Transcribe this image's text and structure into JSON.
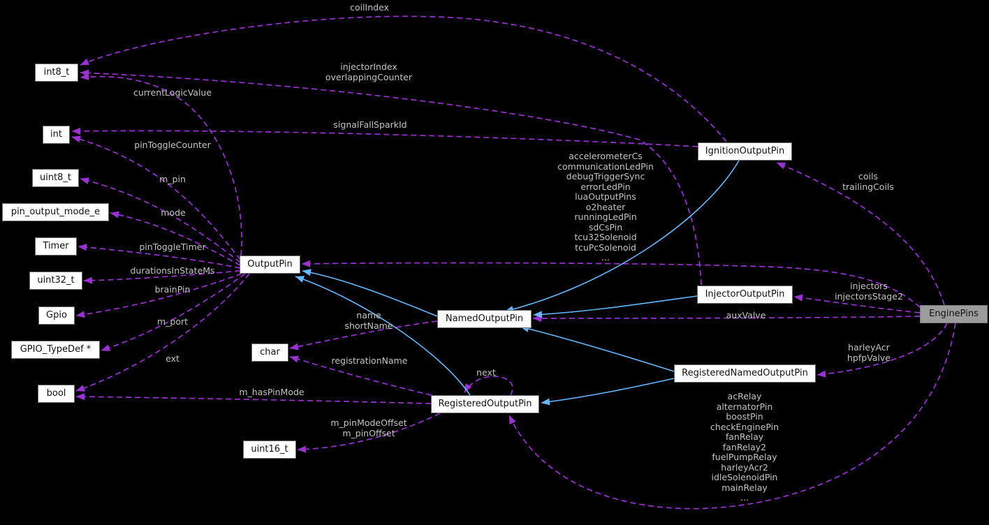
{
  "diagram": {
    "kind": "doxygen-collaboration-graph",
    "focus_class": "EnginePins",
    "background": "#000000"
  },
  "colors": {
    "usage_edge": "#9b30d5",
    "inheritance_edge": "#63b8ff",
    "edge_label": "#c4c4c4",
    "node_fill": "#ffffff",
    "node_border": "#6a6a6a",
    "highlight_node_fill": "#9c9c9c"
  },
  "nodes": {
    "int8t": {
      "label": "int8_t"
    },
    "int": {
      "label": "int"
    },
    "uint8t": {
      "label": "uint8_t"
    },
    "pin_output_mode_e": {
      "label": "pin_output_mode_e"
    },
    "timer": {
      "label": "Timer"
    },
    "uint32t": {
      "label": "uint32_t"
    },
    "gpio": {
      "label": "Gpio"
    },
    "gpio_typedef_ptr": {
      "label": "GPIO_TypeDef *"
    },
    "bool": {
      "label": "bool"
    },
    "uint16t": {
      "label": "uint16_t"
    },
    "outputpin": {
      "label": "OutputPin"
    },
    "char": {
      "label": "char"
    },
    "namedoutputpin": {
      "label": "NamedOutputPin"
    },
    "registeredoutputpin": {
      "label": "RegisteredOutputPin"
    },
    "ignitionoutputpin": {
      "label": "IgnitionOutputPin"
    },
    "injectoroutputpin": {
      "label": "InjectorOutputPin"
    },
    "registerednamedoutputpin": {
      "label": "RegisteredNamedOutputPin"
    },
    "enginepins": {
      "label": "EnginePins"
    }
  },
  "labels": {
    "coil_index": {
      "text": "coilIndex"
    },
    "injector_index": {
      "text": "injectorIndex\noverlappingCounter"
    },
    "current_logic_value": {
      "text": "currentLogicValue"
    },
    "signal_fall_spark_id": {
      "text": "signalFallSparkId"
    },
    "pin_toggle_counter": {
      "text": "pinToggleCounter"
    },
    "m_pin": {
      "text": "m_pin"
    },
    "mode": {
      "text": "mode"
    },
    "pin_toggle_timer": {
      "text": "pinToggleTimer"
    },
    "durations_in_state_ms": {
      "text": "durationsInStateMs"
    },
    "brain_pin": {
      "text": "brainPin"
    },
    "m_port": {
      "text": "m_port"
    },
    "ext": {
      "text": "ext"
    },
    "m_has_pin_mode": {
      "text": "m_hasPinMode"
    },
    "name_short_name": {
      "text": "name\nshortName"
    },
    "registration_name": {
      "text": "registrationName"
    },
    "next": {
      "text": "next"
    },
    "m_pin_offsets": {
      "text": "m_pinModeOffset\nm_pinOffset"
    },
    "coils": {
      "text": "coils\ntrailingCoils"
    },
    "output_pin_members": {
      "text": "accelerometerCs\ncommunicationLedPin\ndebugTriggerSync\nerrorLedPin\nluaOutputPins\no2heater\nrunningLedPin\nsdCsPin\ntcu32Solenoid\ntcuPcSolenoid\n..."
    },
    "injectors": {
      "text": "injectors\ninjectorsStage2"
    },
    "aux_valve": {
      "text": "auxValve"
    },
    "harley": {
      "text": "harleyAcr\nhpfpValve"
    },
    "registered_members": {
      "text": "acRelay\nalternatorPin\nboostPin\ncheckEnginePin\nfanRelay\nfanRelay2\nfuelPumpRelay\nharleyAcr2\nidleSolenoidPin\nmainRelay\n..."
    }
  },
  "relationships": [
    {
      "from": "OutputPin",
      "to": "int8_t",
      "type": "usage",
      "label": "currentLogicValue"
    },
    {
      "from": "OutputPin",
      "to": "int",
      "type": "usage",
      "label": "pinToggleCounter"
    },
    {
      "from": "OutputPin",
      "to": "uint8_t",
      "type": "usage",
      "label": "m_pin"
    },
    {
      "from": "OutputPin",
      "to": "pin_output_mode_e",
      "type": "usage",
      "label": "mode"
    },
    {
      "from": "OutputPin",
      "to": "Timer",
      "type": "usage",
      "label": "pinToggleTimer"
    },
    {
      "from": "OutputPin",
      "to": "uint32_t",
      "type": "usage",
      "label": "durationsInStateMs"
    },
    {
      "from": "OutputPin",
      "to": "Gpio",
      "type": "usage",
      "label": "brainPin"
    },
    {
      "from": "OutputPin",
      "to": "GPIO_TypeDef *",
      "type": "usage",
      "label": "m_port"
    },
    {
      "from": "OutputPin",
      "to": "bool",
      "type": "usage",
      "label": "ext"
    },
    {
      "from": "IgnitionOutputPin",
      "to": "int8_t",
      "type": "usage",
      "label": "coilIndex"
    },
    {
      "from": "IgnitionOutputPin",
      "to": "int",
      "type": "usage",
      "label": "signalFallSparkId"
    },
    {
      "from": "InjectorOutputPin",
      "to": "int8_t",
      "type": "usage",
      "label": "injectorIndex overlappingCounter"
    },
    {
      "from": "NamedOutputPin",
      "to": "char",
      "type": "usage",
      "label": "name shortName"
    },
    {
      "from": "RegisteredOutputPin",
      "to": "char",
      "type": "usage",
      "label": "registrationName"
    },
    {
      "from": "RegisteredOutputPin",
      "to": "bool",
      "type": "usage",
      "label": "m_hasPinMode"
    },
    {
      "from": "RegisteredOutputPin",
      "to": "uint16_t",
      "type": "usage",
      "label": "m_pinModeOffset m_pinOffset"
    },
    {
      "from": "RegisteredOutputPin",
      "to": "RegisteredOutputPin",
      "type": "usage",
      "label": "next"
    },
    {
      "from": "NamedOutputPin",
      "to": "OutputPin",
      "type": "inheritance"
    },
    {
      "from": "RegisteredOutputPin",
      "to": "OutputPin",
      "type": "inheritance"
    },
    {
      "from": "IgnitionOutputPin",
      "to": "NamedOutputPin",
      "type": "inheritance"
    },
    {
      "from": "InjectorOutputPin",
      "to": "NamedOutputPin",
      "type": "inheritance"
    },
    {
      "from": "RegisteredNamedOutputPin",
      "to": "NamedOutputPin",
      "type": "inheritance"
    },
    {
      "from": "RegisteredNamedOutputPin",
      "to": "RegisteredOutputPin",
      "type": "inheritance"
    },
    {
      "from": "EnginePins",
      "to": "IgnitionOutputPin",
      "type": "usage",
      "label": "coils trailingCoils"
    },
    {
      "from": "EnginePins",
      "to": "InjectorOutputPin",
      "type": "usage",
      "label": "injectors injectorsStage2"
    },
    {
      "from": "EnginePins",
      "to": "NamedOutputPin",
      "type": "usage",
      "label": "auxValve"
    },
    {
      "from": "EnginePins",
      "to": "OutputPin",
      "type": "usage",
      "label": "accelerometerCs communicationLedPin debugTriggerSync errorLedPin luaOutputPins o2heater runningLedPin sdCsPin tcu32Solenoid tcuPcSolenoid ..."
    },
    {
      "from": "EnginePins",
      "to": "RegisteredNamedOutputPin",
      "type": "usage",
      "label": "harleyAcr hpfpValve"
    },
    {
      "from": "EnginePins",
      "to": "RegisteredOutputPin",
      "type": "usage",
      "label": "acRelay alternatorPin boostPin checkEnginePin fanRelay fanRelay2 fuelPumpRelay harleyAcr2 idleSolenoidPin mainRelay ..."
    }
  ]
}
